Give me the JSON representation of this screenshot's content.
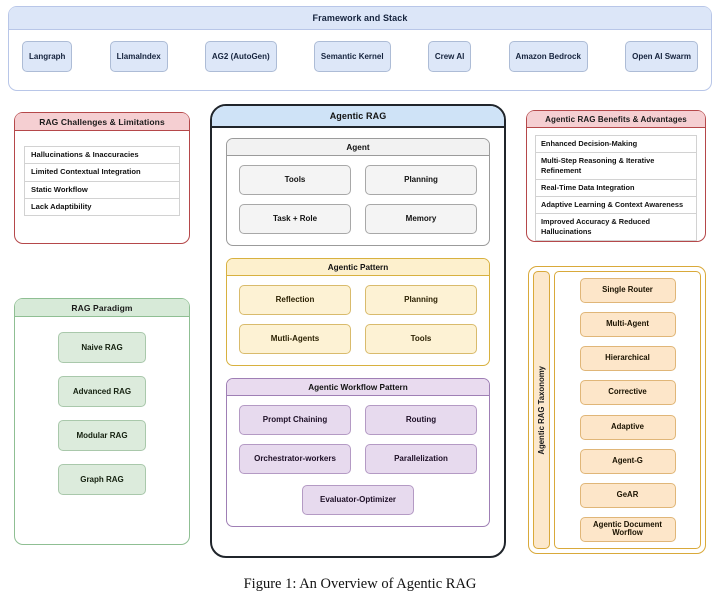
{
  "framework": {
    "title": "Framework and Stack",
    "items": [
      {
        "label": "Langraph"
      },
      {
        "label": "LlamaIndex"
      },
      {
        "label": "AG2 (AutoGen)"
      },
      {
        "label": "Semantic Kernel"
      },
      {
        "label": "Crew AI"
      },
      {
        "label": "Amazon Bedrock"
      },
      {
        "label": "Open AI Swarm"
      }
    ]
  },
  "challenges": {
    "title": "RAG Challenges & Limitations",
    "items": [
      {
        "label": "Hallucinations & Inaccuracies"
      },
      {
        "label": "Limited Contextual Integration"
      },
      {
        "label": "Static Workflow"
      },
      {
        "label": "Lack Adaptibility"
      }
    ]
  },
  "paradigm": {
    "title": "RAG Paradigm",
    "items": [
      {
        "label": "Naive RAG"
      },
      {
        "label": "Advanced RAG"
      },
      {
        "label": "Modular RAG"
      },
      {
        "label": "Graph RAG"
      }
    ]
  },
  "agentic_rag": {
    "title": "Agentic RAG",
    "agent": {
      "title": "Agent",
      "items": [
        {
          "label": "Tools"
        },
        {
          "label": "Planning"
        },
        {
          "label": "Task + Role"
        },
        {
          "label": "Memory"
        }
      ]
    },
    "pattern": {
      "title": "Agentic Pattern",
      "items": [
        {
          "label": "Reflection"
        },
        {
          "label": "Planning"
        },
        {
          "label": "Mutli-Agents"
        },
        {
          "label": "Tools"
        }
      ]
    },
    "workflow": {
      "title": "Agentic Workflow Pattern",
      "items": [
        {
          "label": "Prompt Chaining"
        },
        {
          "label": "Routing"
        },
        {
          "label": "Orchestrator-workers"
        },
        {
          "label": "Parallelization"
        }
      ],
      "solo": {
        "label": "Evaluator-Optimizer"
      }
    }
  },
  "benefits": {
    "title": "Agentic RAG Benefits & Advantages",
    "items": [
      {
        "label": "Enhanced Decision-Making"
      },
      {
        "label": "Multi-Step Reasoning & Iterative Refinement"
      },
      {
        "label": "Real-Time Data Integration"
      },
      {
        "label": "Adaptive Learning & Context Awareness"
      },
      {
        "label": "Improved Accuracy & Reduced Hallucinations"
      }
    ]
  },
  "taxonomy": {
    "title": "Agentic RAG Taxonomy",
    "items": [
      {
        "label": "Single Router"
      },
      {
        "label": "Multi-Agent"
      },
      {
        "label": "Hierarchical"
      },
      {
        "label": "Corrective"
      },
      {
        "label": "Adaptive"
      },
      {
        "label": "Agent-G"
      },
      {
        "label": "GeAR"
      },
      {
        "label": "Agentic Document Worflow"
      }
    ]
  },
  "caption": "Figure 1: An Overview of Agentic RAG",
  "colors": {
    "framework_header": "#dce6f8",
    "framework_border": "#b8c6e8",
    "challenges_header": "#f5cfd2",
    "challenges_border": "#b5484a",
    "paradigm_header": "#d7ead8",
    "paradigm_border": "#8fbf93",
    "agentic_rag_header": "#cfe3f7",
    "agentic_rag_border": "#20252b",
    "agent_header": "#f2f2f2",
    "pattern_header": "#fdf0cd",
    "pattern_border": "#d8b13f",
    "workflow_header": "#e9dbef",
    "workflow_border": "#9f7fb5",
    "taxonomy_fill": "#fde6c9",
    "taxonomy_border": "#d9a93a"
  }
}
